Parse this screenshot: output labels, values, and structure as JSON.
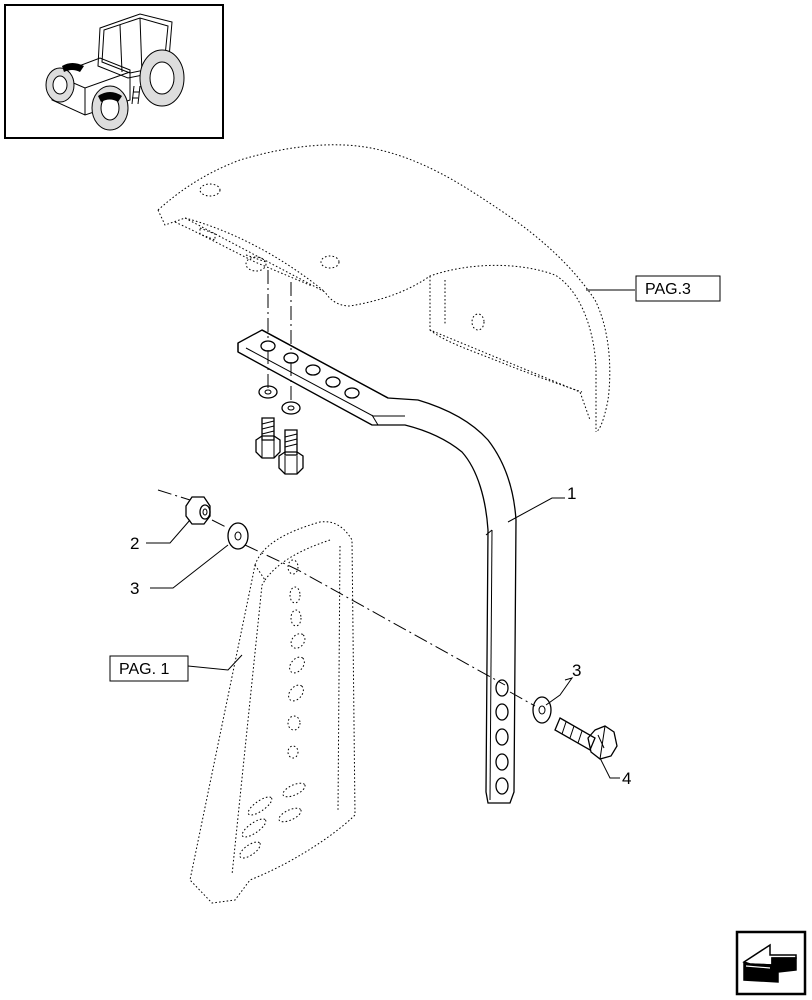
{
  "callouts": {
    "item1": "1",
    "item2": "2",
    "item3_left": "3",
    "item3_right": "3",
    "item4": "4"
  },
  "references": {
    "fender_ref": "PAG.3",
    "panel_ref": "PAG. 1"
  },
  "icons": {
    "thumbnail": "tractor-thumbnail",
    "nav": "next-page-arrow-icon"
  }
}
